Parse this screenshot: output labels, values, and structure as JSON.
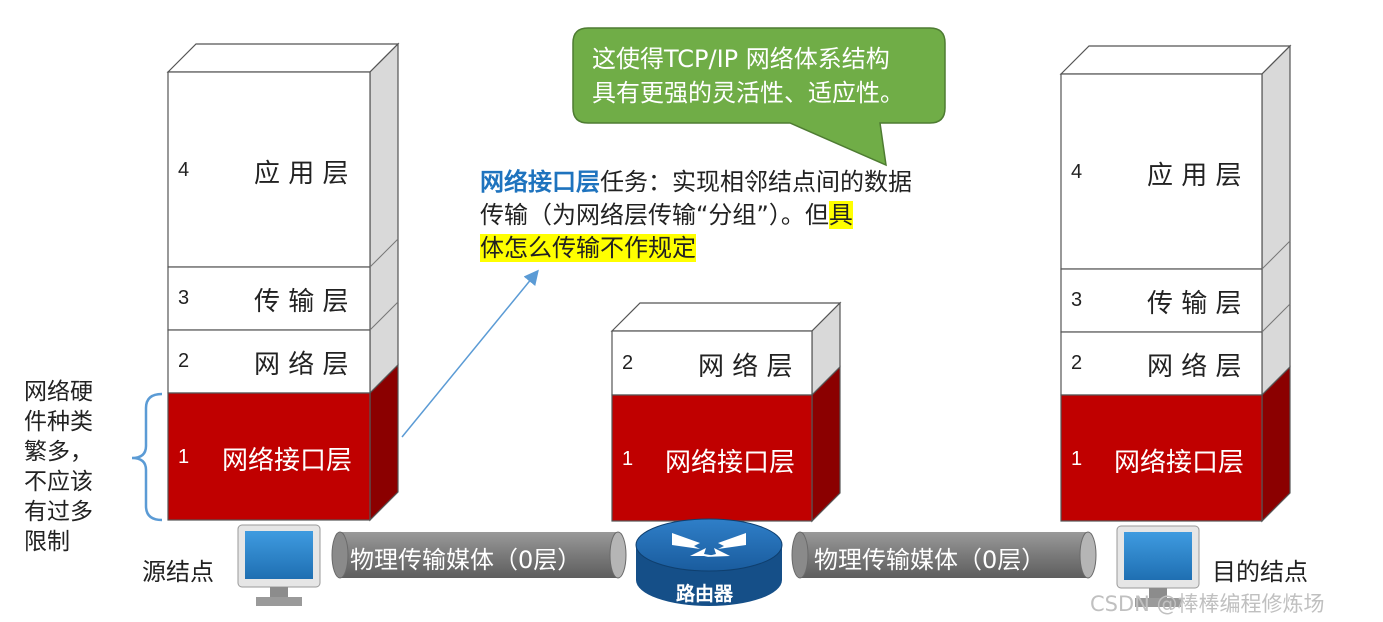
{
  "bubble": {
    "line1": "这使得TCP/IP 网络体系结构",
    "line2": "具有更强的灵活性、适应性。"
  },
  "description": {
    "term": "网络接口层",
    "text1": "任务：实现相邻结点间的数据",
    "text2": "传输（为网络层传输“分组”）。但",
    "hl1": "具",
    "hl2": "体怎么传输不作规定"
  },
  "side_note": [
    "网络硬",
    "件种类",
    "繁多，",
    "不应该",
    "有过多",
    "限制"
  ],
  "left_stack": {
    "layers": [
      {
        "num": "4",
        "name": "应 用 层"
      },
      {
        "num": "3",
        "name": "传 输 层"
      },
      {
        "num": "2",
        "name": "网 络 层"
      },
      {
        "num": "1",
        "name": "网络接口层"
      }
    ]
  },
  "middle_stack": {
    "layers": [
      {
        "num": "2",
        "name": "网 络 层"
      },
      {
        "num": "1",
        "name": "网络接口层"
      }
    ]
  },
  "right_stack": {
    "layers": [
      {
        "num": "4",
        "name": "应 用 层"
      },
      {
        "num": "3",
        "name": "传 输 层"
      },
      {
        "num": "2",
        "name": "网 络 层"
      },
      {
        "num": "1",
        "name": "网络接口层"
      }
    ]
  },
  "source_label": "源结点",
  "dest_label": "目的结点",
  "router_label": "路由器",
  "medium_left": "物理传输媒体（0层）",
  "medium_right": "物理传输媒体（0层）",
  "watermark": "CSDN @棒棒编程修炼场",
  "colors": {
    "red": "#c00000",
    "green": "#70ad47",
    "blue_term": "#1e73be",
    "highlight": "#ffff00"
  }
}
